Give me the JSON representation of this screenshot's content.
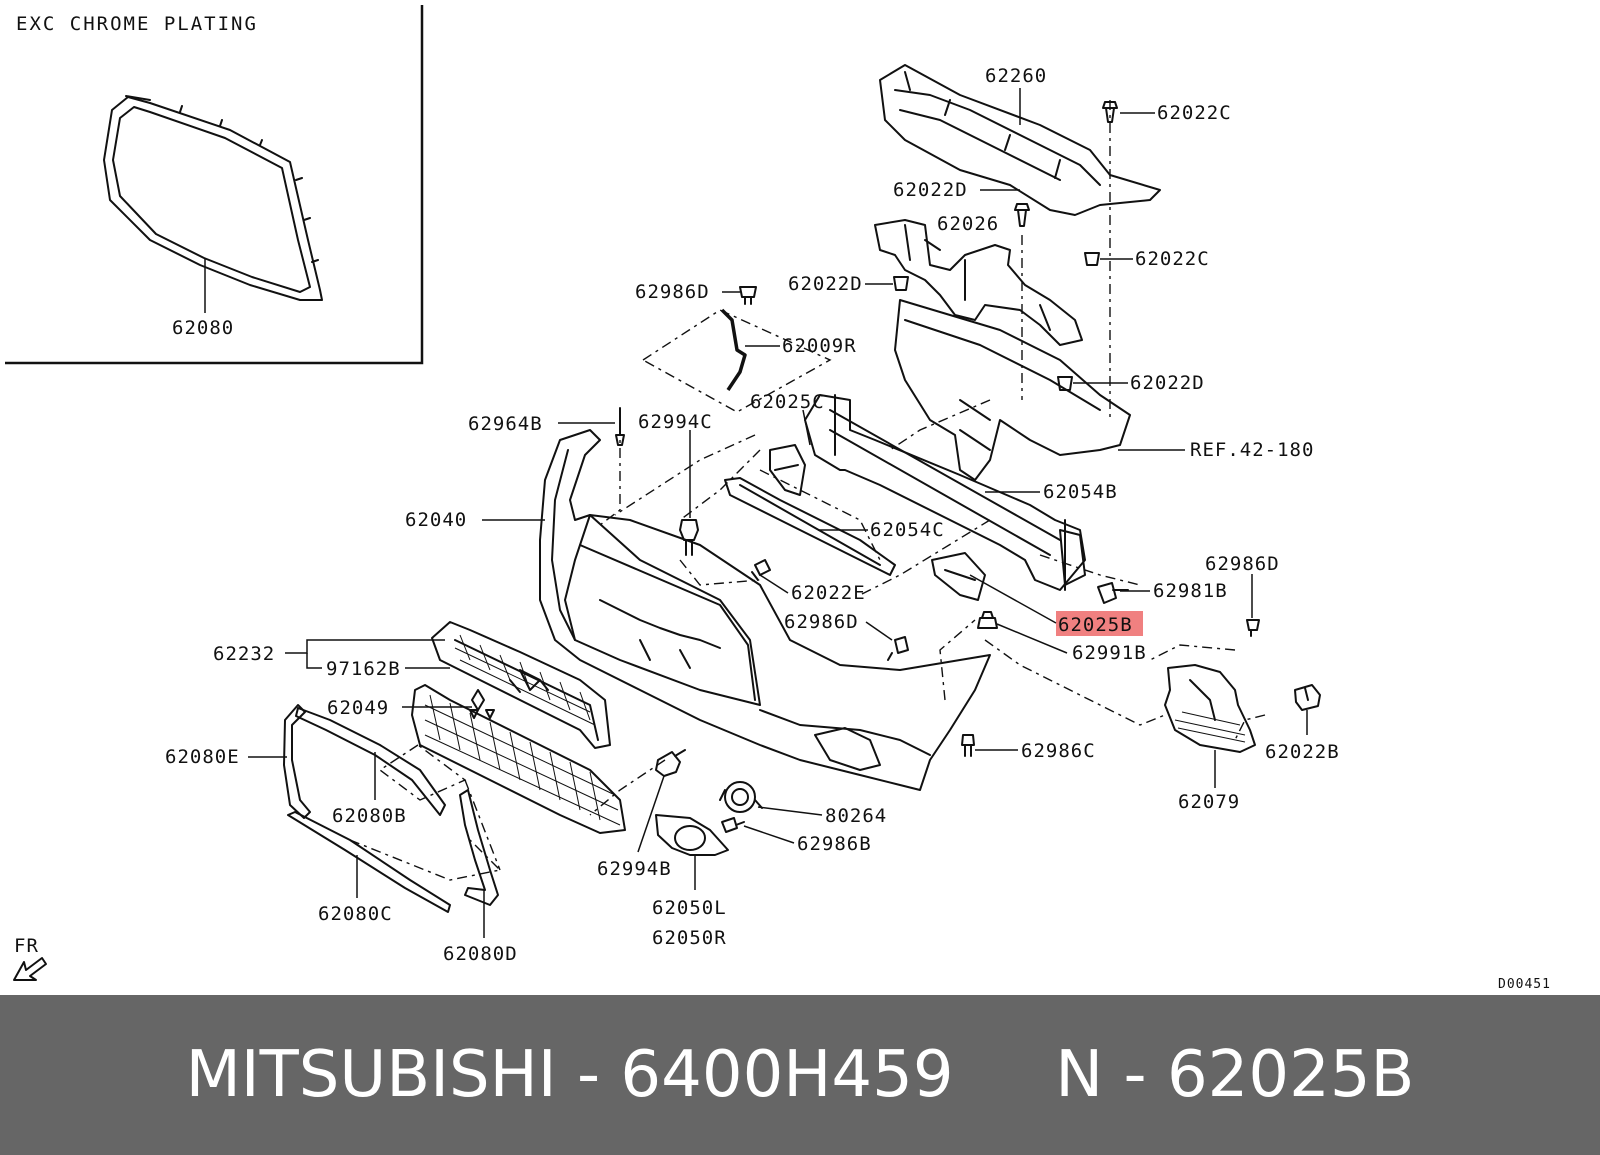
{
  "diagram": {
    "inset_title": "EXC CHROME PLATING",
    "drawing_code": "D00451",
    "direction_label": "FR",
    "highlight_color": "#f08080",
    "highlighted_part": "62025B",
    "labels": {
      "p62080": "62080",
      "p62260": "62260",
      "p62022C_top": "62022C",
      "p62022D_a": "62022D",
      "p62026": "62026",
      "p62022C_mid": "62022C",
      "p62986D_a": "62986D",
      "p62022D_b": "62022D",
      "p62009R": "62009R",
      "p62022D_c": "62022D",
      "p62025C": "62025C",
      "p62964B": "62964B",
      "p62994C": "62994C",
      "ref42_180": "REF.42-180",
      "p62054B": "62054B",
      "p62040": "62040",
      "p62054C": "62054C",
      "p62986D_b": "62986D",
      "p62022E": "62022E",
      "p62981B": "62981B",
      "p62986D_c": "62986D",
      "p62025B": "62025B",
      "p62232": "62232",
      "p62991B": "62991B",
      "p97162B": "97162B",
      "p62049": "62049",
      "p62080E": "62080E",
      "p62986C": "62986C",
      "p62022B": "62022B",
      "p62079": "62079",
      "p80264": "80264",
      "p62080B": "62080B",
      "p62986B": "62986B",
      "p62994B": "62994B",
      "p62050L": "62050L",
      "p62050R": "62050R",
      "p62080C": "62080C",
      "p62080D": "62080D"
    }
  },
  "footer": {
    "text": "MITSUBISHI - 6400H459     N - 62025B"
  }
}
